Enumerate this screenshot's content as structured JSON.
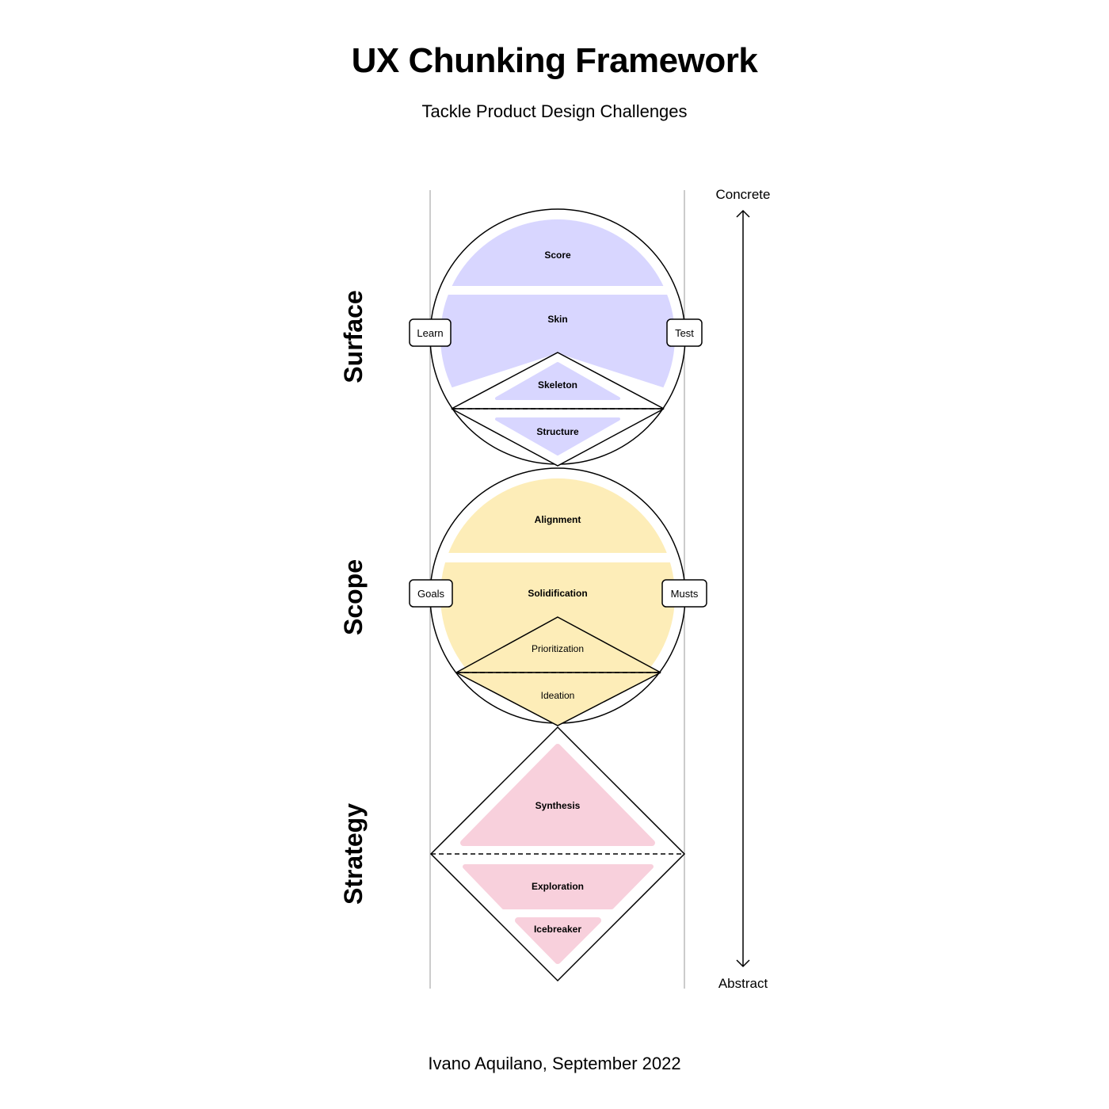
{
  "title": "UX Chunking Framework",
  "subtitle": "Tackle Product Design Challenges",
  "credit": "Ivano Aquilano, September 2022",
  "axis": {
    "top": "Concrete",
    "bottom": "Abstract"
  },
  "colors": {
    "surface": "#d8d6ff",
    "scope": "#fdedb8",
    "strategy": "#f8d0dc",
    "stroke": "#000000",
    "guide": "#9a9a9a"
  },
  "sections": {
    "surface": {
      "label": "Surface",
      "left_tag": "Learn",
      "right_tag": "Test",
      "layers": [
        "Score",
        "Skin",
        "Skeleton",
        "Structure"
      ]
    },
    "scope": {
      "label": "Scope",
      "left_tag": "Goals",
      "right_tag": "Musts",
      "layers": [
        "Alignment",
        "Solidification",
        "Prioritization",
        "Ideation"
      ]
    },
    "strategy": {
      "label": "Strategy",
      "layers": [
        "Synthesis",
        "Exploration",
        "Icebreaker"
      ]
    }
  }
}
